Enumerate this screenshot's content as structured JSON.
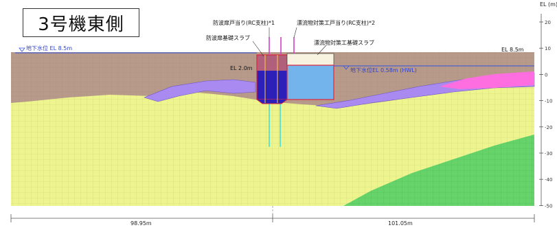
{
  "title": "3号機東側",
  "labels": {
    "breakwater_door_stop": "防波扉戸当り(RC支柱)*1",
    "debris_door_stop": "漂流物対策工戸当り(RC支柱)*2",
    "breakwater_slab": "防波扉基礎スラブ",
    "debris_slab": "漂流物対策工基礎スラブ",
    "groundwater_left": "地下水位 EL 8.5m",
    "el_right": "EL 8.5m",
    "el_slab": "EL 2.0m",
    "groundwater_right": "地下水位EL 0.58m (HWL)"
  },
  "axis": {
    "title": "EL (m)",
    "ticks": [
      "20",
      "10",
      "0",
      "-10",
      "-20",
      "-30",
      "-40",
      "-50"
    ]
  },
  "dimensions": {
    "left": "98.95m",
    "right": "101.05m"
  },
  "colors": {
    "surface_soil": "#b79a8a",
    "clay_layer": "#eef58e",
    "bedrock": "#66d26a",
    "purple_layer": "#a98af0",
    "pink_layer": "#ff6ee0",
    "slab_dark": "#2d20b8",
    "slab_top": "#b0607a",
    "slab_light": "#74b4ec",
    "slab_outline": "#e0233a",
    "cap_beige": "#f8f2e0",
    "water_line": "#3050e0",
    "pile": "#2ee0e8"
  }
}
